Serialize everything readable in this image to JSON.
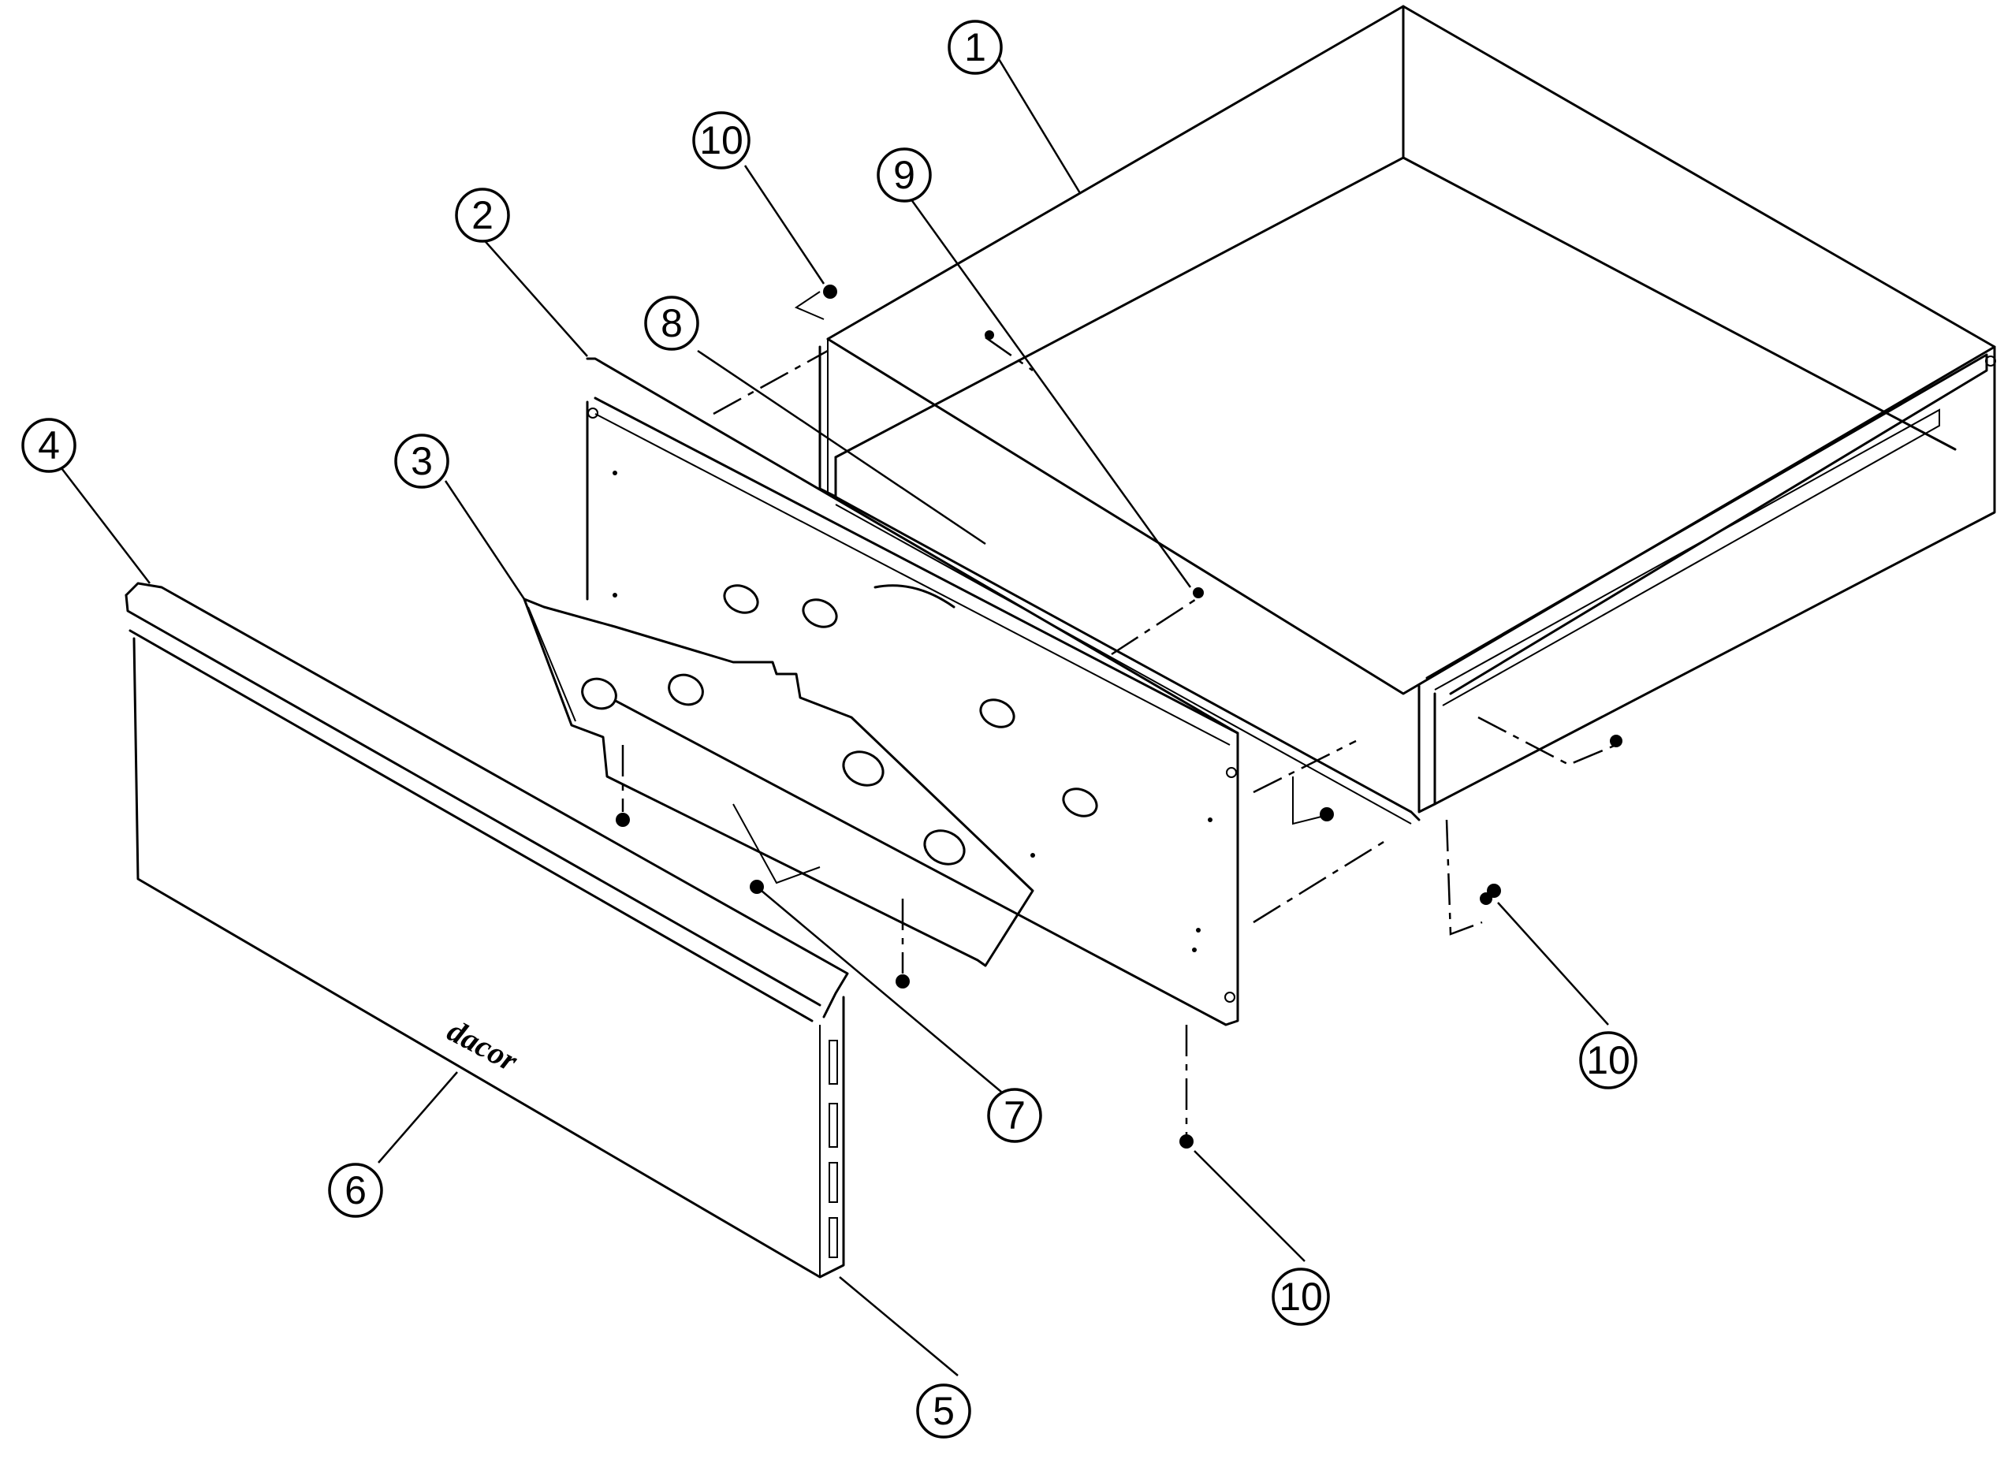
{
  "diagram": {
    "callouts": [
      {
        "id": "c1",
        "label": "1"
      },
      {
        "id": "c2",
        "label": "2"
      },
      {
        "id": "c3",
        "label": "3"
      },
      {
        "id": "c4",
        "label": "4"
      },
      {
        "id": "c5",
        "label": "5"
      },
      {
        "id": "c6",
        "label": "6"
      },
      {
        "id": "c7",
        "label": "7"
      },
      {
        "id": "c8",
        "label": "8"
      },
      {
        "id": "c9",
        "label": "9"
      },
      {
        "id": "c10a",
        "label": "10"
      },
      {
        "id": "c10b",
        "label": "10"
      },
      {
        "id": "c10c",
        "label": "10"
      }
    ],
    "logo_text": "dacor"
  }
}
